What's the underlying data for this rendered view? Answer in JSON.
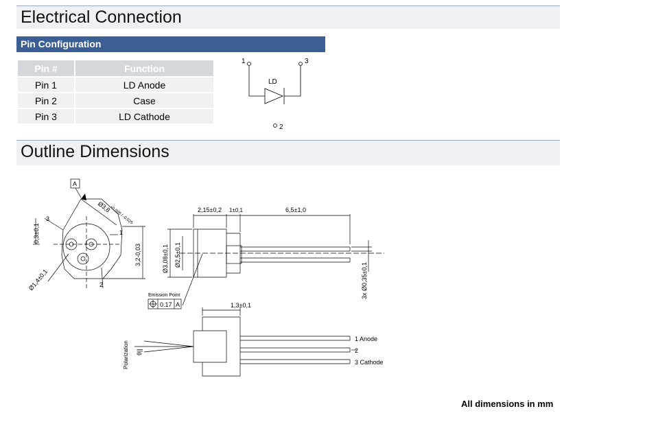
{
  "sections": {
    "electrical": "Electrical Connection",
    "outline": "Outline Dimensions"
  },
  "pin_config": {
    "title": "Pin Configuration",
    "headers": [
      "Pin #",
      "Function"
    ],
    "rows": [
      {
        "pin": "Pin 1",
        "function": "LD Anode"
      },
      {
        "pin": "Pin 2",
        "function": "Case"
      },
      {
        "pin": "Pin 3",
        "function": "LD Cathode"
      }
    ]
  },
  "schematic": {
    "pin1": "1",
    "pin2": "2",
    "pin3": "3",
    "component": "LD"
  },
  "drawing": {
    "datum": "A",
    "dia_outer": "Ø3,8",
    "dia_outer_tol": "+0,000 / -0,025",
    "height": "3,2-0,03",
    "offset": "0,3±0,1",
    "dia_pcd": "Ø1,4±0,1",
    "pin_label_1": "1",
    "pin_label_2": "2",
    "pin_label_3": "3",
    "len_a": "2,15±0,2",
    "len_b": "1±0,1",
    "len_c": "6,5±1,0",
    "dia_cap": "Ø3,08±0,1",
    "dia_window": "Ø2,5±0,1",
    "pin_dia": "3x Ø0,35±0,1",
    "emission_point": "Emission Point",
    "tolerance_value": "0.17",
    "tolerance_datum": "A",
    "len_d": "1,3±0,1",
    "polarization": "Polarization",
    "polar_symbol": "θ||",
    "lead_1": "1 Anode",
    "lead_2": "2",
    "lead_3": "3 Cathode"
  },
  "footer": "All dimensions in mm"
}
